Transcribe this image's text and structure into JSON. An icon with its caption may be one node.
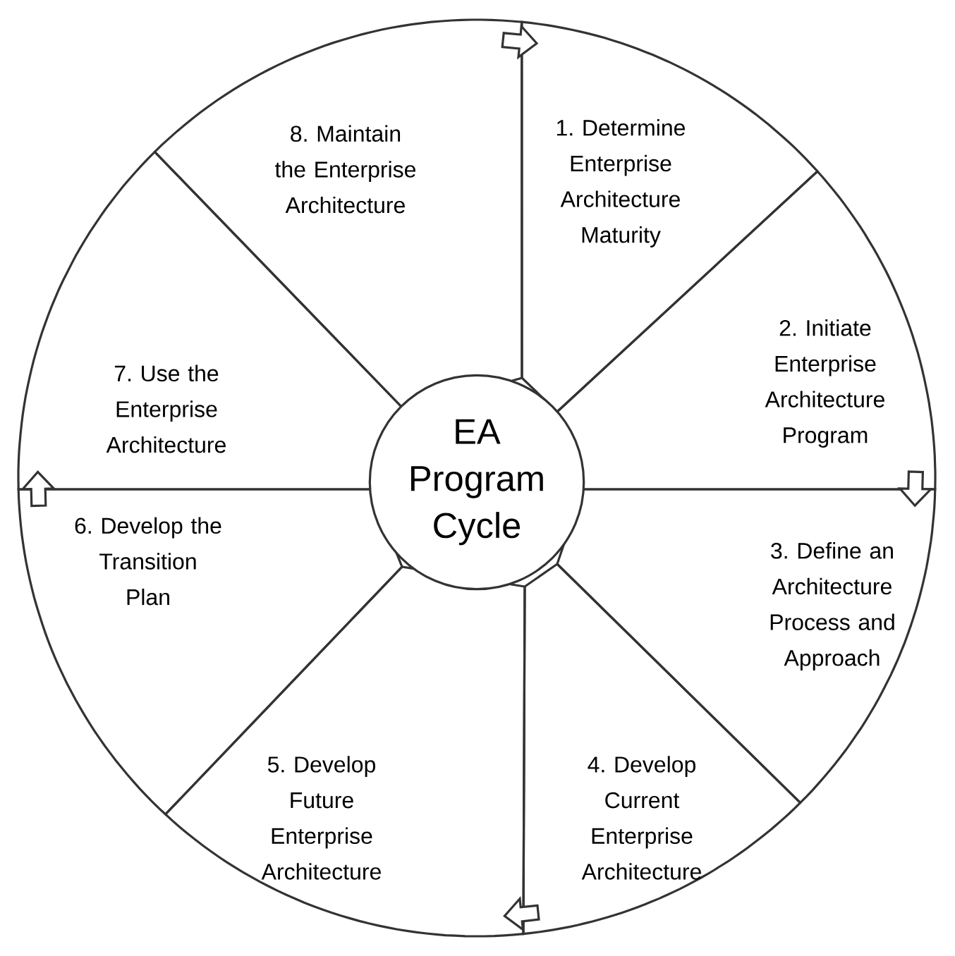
{
  "diagram": {
    "nodes": [
      {
        "text": [
          "EA Program Cycle"
        ]
      },
      {
        "text": [
          "1. Determine Enterprise Architecture Maturity"
        ]
      },
      {
        "text": [
          "2. Initiate Enterprise Architecture Program"
        ]
      },
      {
        "text": [
          "3. Define an Architecture Process and Approach"
        ]
      },
      {
        "text": [
          "4. Develop Current Enterprise Architecture"
        ]
      },
      {
        "text": [
          "5. Develop Future Enterprise Architecture"
        ]
      },
      {
        "text": [
          "6. Develop the Transition Plan"
        ]
      },
      {
        "text": [
          "7. Use the Enterprise Architecture"
        ]
      },
      {
        "text": [
          "8. Maintain the Enterprise Architecture"
        ]
      }
    ],
    "edges": [
      {
        "from": 8,
        "to": 1,
        "arrow": "to"
      },
      {
        "from": 2,
        "to": 3,
        "arrow": "to"
      },
      {
        "from": 4,
        "to": 5,
        "arrow": "to"
      },
      {
        "from": 6,
        "to": 7,
        "arrow": "to"
      }
    ]
  }
}
